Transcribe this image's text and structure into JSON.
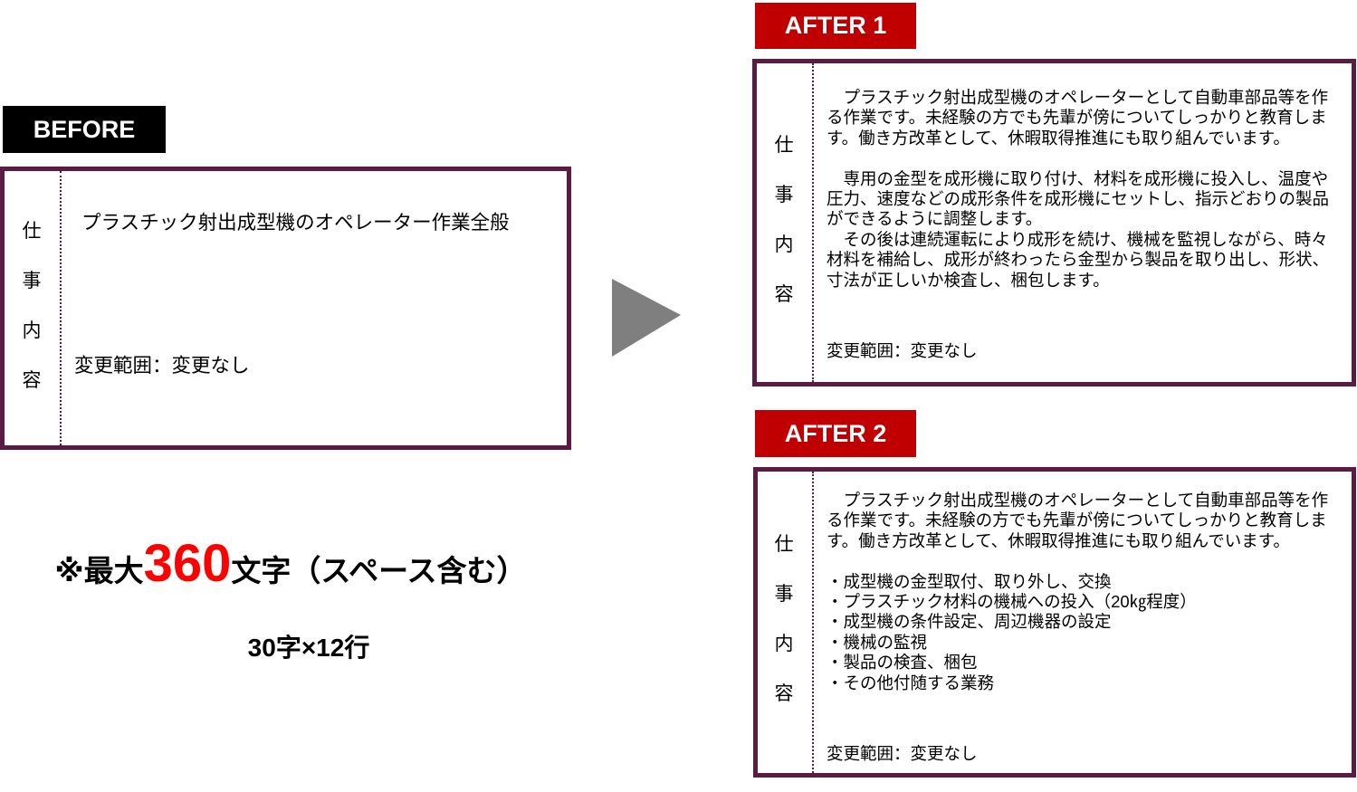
{
  "colors": {
    "frame": "#5c1b42",
    "before_label_bg": "#000000",
    "after_label_bg": "#c00000",
    "arrow": "#7f7f7f",
    "highlight": "#ff0000"
  },
  "before": {
    "label": "BEFORE",
    "heading": "仕事内容",
    "body": "プラスチック射出成型機のオペレーター作業全般",
    "scope": "変更範囲：変更なし"
  },
  "arrow_icon": "play-triangle-icon",
  "limit": {
    "prefix": "※最大",
    "count": "360",
    "suffix": "文字（スペース含む）",
    "grid": "30字×12行"
  },
  "after1": {
    "label": "AFTER 1",
    "heading": "仕事内容",
    "intro": [
      "　プラスチック射出成型機のオペレーターとして自動車部品等を作",
      "る作業です。未経験の方でも先輩が傍についてしっかりと教育しま",
      "す。働き方改革として、休暇取得推進にも取り組んでいます。"
    ],
    "details": [
      "　専用の金型を成形機に取り付け、材料を成形機に投入し、温度や",
      "圧力、速度などの成形条件を成形機にセットし、指示どおりの製品",
      "ができるように調整します。",
      "　その後は連続運転により成形を続け、機械を監視しながら、時々",
      "材料を補給し、成形が終わったら金型から製品を取り出し、形状、",
      "寸法が正しいか検査し、梱包します。"
    ],
    "scope": "変更範囲：変更なし"
  },
  "after2": {
    "label": "AFTER 2",
    "heading": "仕事内容",
    "intro": [
      "　プラスチック射出成型機のオペレーターとして自動車部品等を作",
      "る作業です。未経験の方でも先輩が傍についてしっかりと教育しま",
      "す。働き方改革として、休暇取得推進にも取り組んでいます。"
    ],
    "duties": [
      "・成型機の金型取付、取り外し、交換",
      "・プラスチック材料の機械への投入（20㎏程度）",
      "・成型機の条件設定、周辺機器の設定",
      "・機械の監視",
      "・製品の検査、梱包",
      "・その他付随する業務"
    ],
    "scope": "変更範囲：変更なし"
  }
}
